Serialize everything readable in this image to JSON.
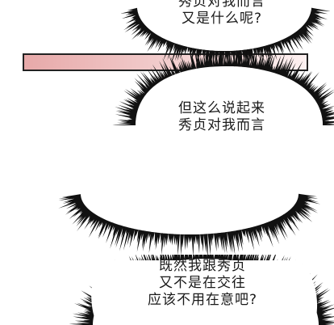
{
  "colors": {
    "ink": "#1a1a1a",
    "panel_gradient_start": "#e7a9a9",
    "panel_gradient_end": "#fdf1f1",
    "background": "#ffffff"
  },
  "bubbles": [
    {
      "lines": [
        "秀贞对我而言",
        "又是什么呢?"
      ]
    },
    {
      "lines": [
        "但这么说起来",
        "秀贞对我而言"
      ]
    },
    {
      "lines": [
        "既然我跟秀贞",
        "又不是在交往",
        "应该不用在意吧?"
      ]
    }
  ]
}
